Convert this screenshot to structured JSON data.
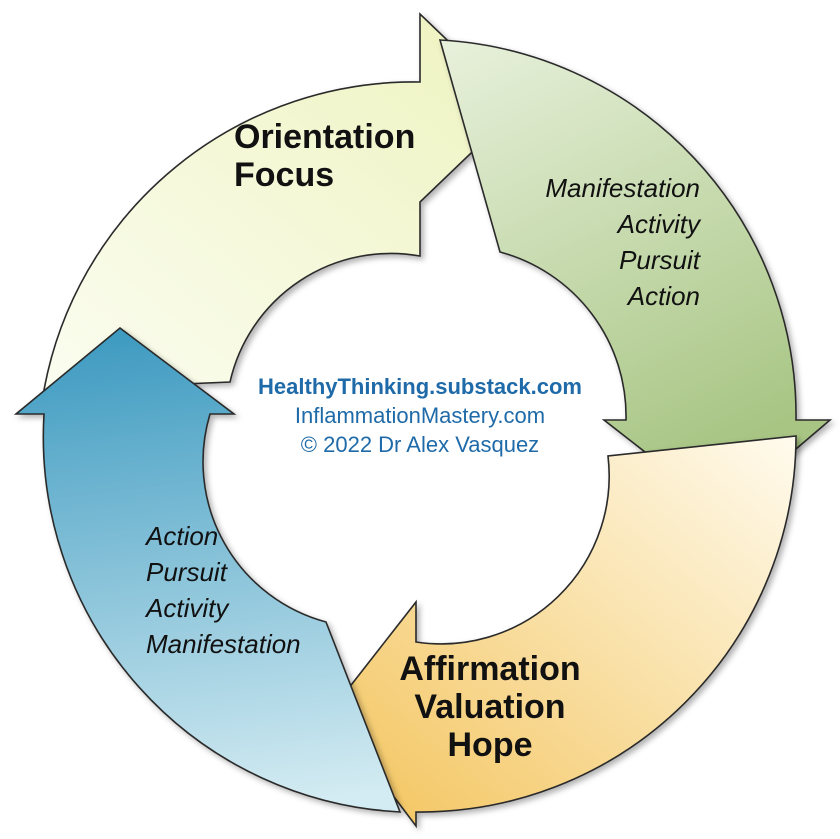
{
  "segments": {
    "top": {
      "lines": [
        "Orientation",
        "Focus"
      ]
    },
    "right": {
      "lines": [
        "Manifestation",
        "Activity",
        "Pursuit",
        "Action"
      ]
    },
    "bottom": {
      "lines": [
        "Affirmation",
        "Valuation",
        "Hope"
      ]
    },
    "left": {
      "lines": [
        "Action",
        "Pursuit",
        "Activity",
        "Manifestation"
      ]
    }
  },
  "center": {
    "website": "HealthyThinking.substack.com",
    "site2": "InflammationMastery.com",
    "copyright": "© 2022 Dr Alex Vasquez"
  },
  "colors": {
    "top": "#ecf2c3",
    "right": "#a9c786",
    "bottom": "#f5c764",
    "left": "#4ea4c6",
    "center_text": "#1f6aa8"
  }
}
